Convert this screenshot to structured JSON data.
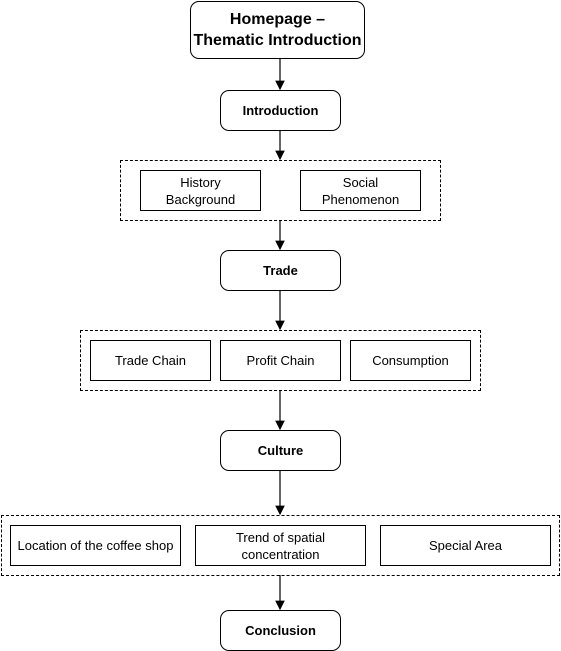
{
  "diagram": {
    "title": "Homepage –\nThematic Introduction",
    "sections": {
      "introduction": "Introduction",
      "trade": "Trade",
      "culture": "Culture",
      "conclusion": "Conclusion"
    },
    "intro_items": [
      "History\nBackground",
      "Social\nPhenomenon"
    ],
    "trade_items": [
      "Trade Chain",
      "Profit Chain",
      "Consumption"
    ],
    "culture_items": [
      "Location of the coffee shop",
      "Trend of spatial\nconcentration",
      "Special Area"
    ]
  }
}
